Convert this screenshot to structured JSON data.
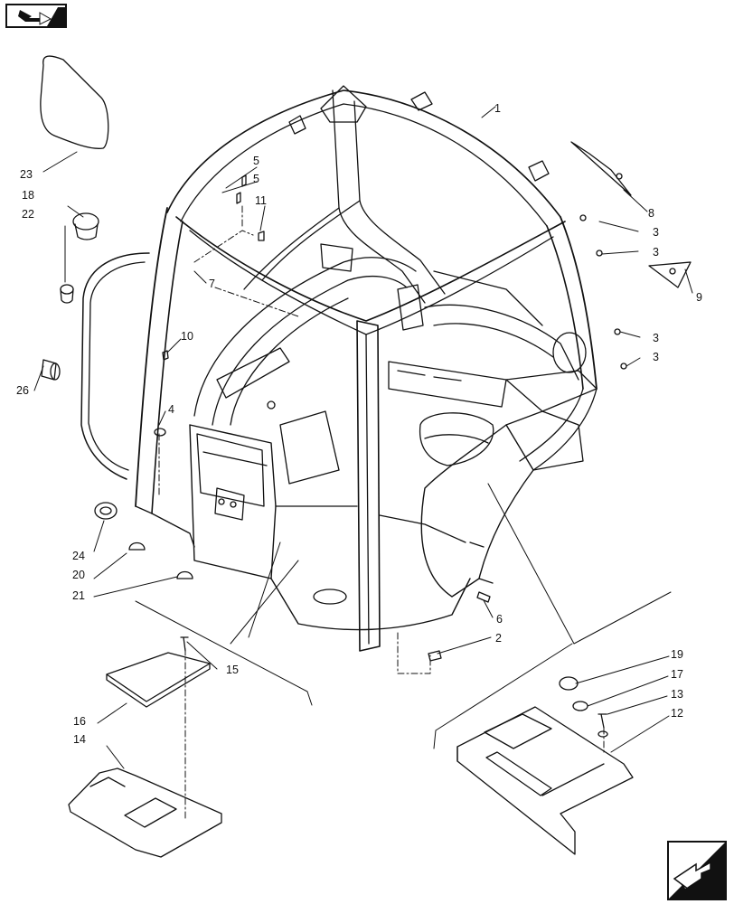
{
  "diagram": {
    "type": "exploded parts diagram",
    "callouts": [
      "1",
      "2",
      "3",
      "3",
      "3",
      "3",
      "4",
      "5",
      "5",
      "6",
      "7",
      "8",
      "9",
      "10",
      "11",
      "12",
      "13",
      "14",
      "15",
      "16",
      "17",
      "18",
      "19",
      "20",
      "21",
      "22",
      "23",
      "24",
      "26"
    ]
  },
  "navigation": {
    "prev_icon": "arrow-back-icon",
    "next_icon": "arrow-forward-icon"
  },
  "colors": {
    "line": "#111111",
    "background": "#ffffff",
    "hidden": "#e9e9e9"
  }
}
